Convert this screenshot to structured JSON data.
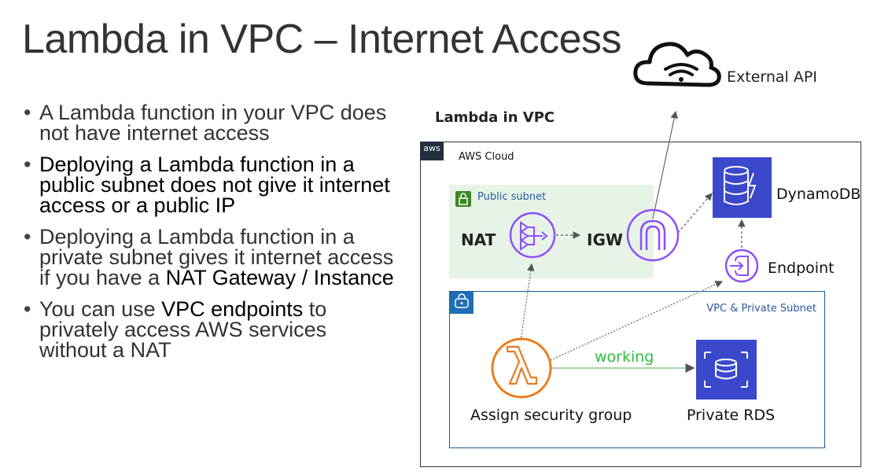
{
  "slide": {
    "title": "Lambda in VPC – Internet Access",
    "bullets": [
      {
        "pre": "A Lambda function in your VPC does not have internet access",
        "em": "",
        "post": ""
      },
      {
        "pre": "Deploying a Lambda function in a public subnet does not give it internet access or a public IP",
        "em": "",
        "post": ""
      },
      {
        "pre": "Deploying a Lambda function in a private subnet gives it internet access if you have a ",
        "em": "NAT Gateway / Instance",
        "post": ""
      },
      {
        "pre": "You can use ",
        "em": "VPC endpoints",
        "post": " to privately access AWS services without a NAT"
      }
    ]
  },
  "diagram": {
    "heading": "Lambda in VPC",
    "external_api": "External API",
    "aws_badge": "aws",
    "aws_cloud": "AWS Cloud",
    "public_subnet": "Public subnet",
    "private_subnet": "VPC & Private Subnet",
    "nat": "NAT",
    "igw": "IGW",
    "dynamodb": "DynamoDB",
    "endpoint": "Endpoint",
    "working": "working",
    "lambda_caption": "Assign security group",
    "rds": "Private RDS"
  },
  "colors": {
    "igw_purple": "#8c4fff",
    "lambda_orange": "#e87b1d",
    "dynamo_blue": "#3b48cc",
    "public_subnet_bg": "#e7f3e6",
    "private_border": "#1a5a96",
    "working_green": "#2ebd3c"
  }
}
